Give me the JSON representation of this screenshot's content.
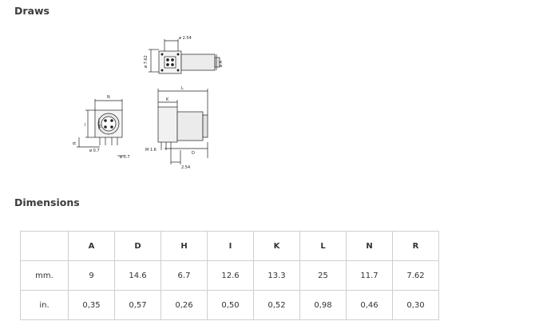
{
  "headings": {
    "draws": "Draws",
    "dimensions": "Dimensions"
  },
  "drawing_labels": {
    "d254_top": "ø 2.54",
    "d762": "ø 7.62",
    "phiA": "ø A",
    "L": "L",
    "K": "K",
    "N": "N",
    "H": "H",
    "I": "I",
    "R": "R",
    "phi07_a": "ø 0.7",
    "phi07_b": "ø 0.7",
    "M16": "M 1.6",
    "D": "D",
    "d254_bottom": "2.54"
  },
  "table": {
    "headers": [
      "",
      "A",
      "D",
      "H",
      "I",
      "K",
      "L",
      "N",
      "R"
    ],
    "rows": [
      {
        "label": "mm.",
        "values": [
          "9",
          "14.6",
          "6.7",
          "12.6",
          "13.3",
          "25",
          "11.7",
          "7.62"
        ]
      },
      {
        "label": "in.",
        "values": [
          "0,35",
          "0,57",
          "0,26",
          "0,50",
          "0,52",
          "0,98",
          "0,46",
          "0,30"
        ]
      }
    ]
  }
}
